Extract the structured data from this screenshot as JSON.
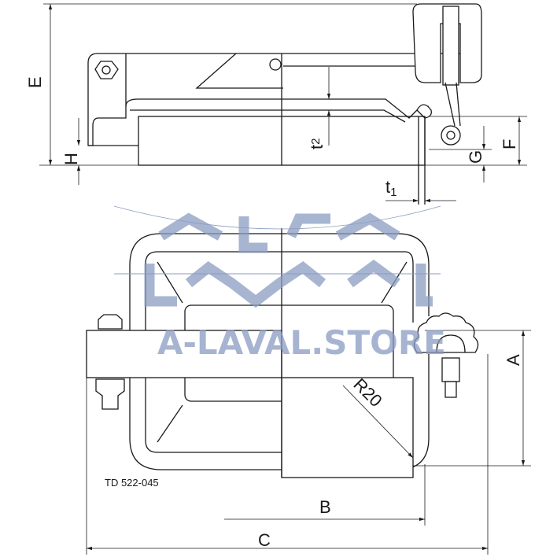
{
  "drawing": {
    "reference": "TD 522-045",
    "dimensions": {
      "E": "E",
      "H": "H",
      "t2_base": "t",
      "t2_sub": "2",
      "t1_base": "t",
      "t1_sub": "1",
      "G": "G",
      "F": "F",
      "A": "A",
      "B": "B",
      "C": "C",
      "radius": "R20"
    },
    "watermark": {
      "logo": "ALFA LAVAL",
      "text": "A-LAVAL.STORE",
      "color": "#8a9cc2"
    }
  }
}
